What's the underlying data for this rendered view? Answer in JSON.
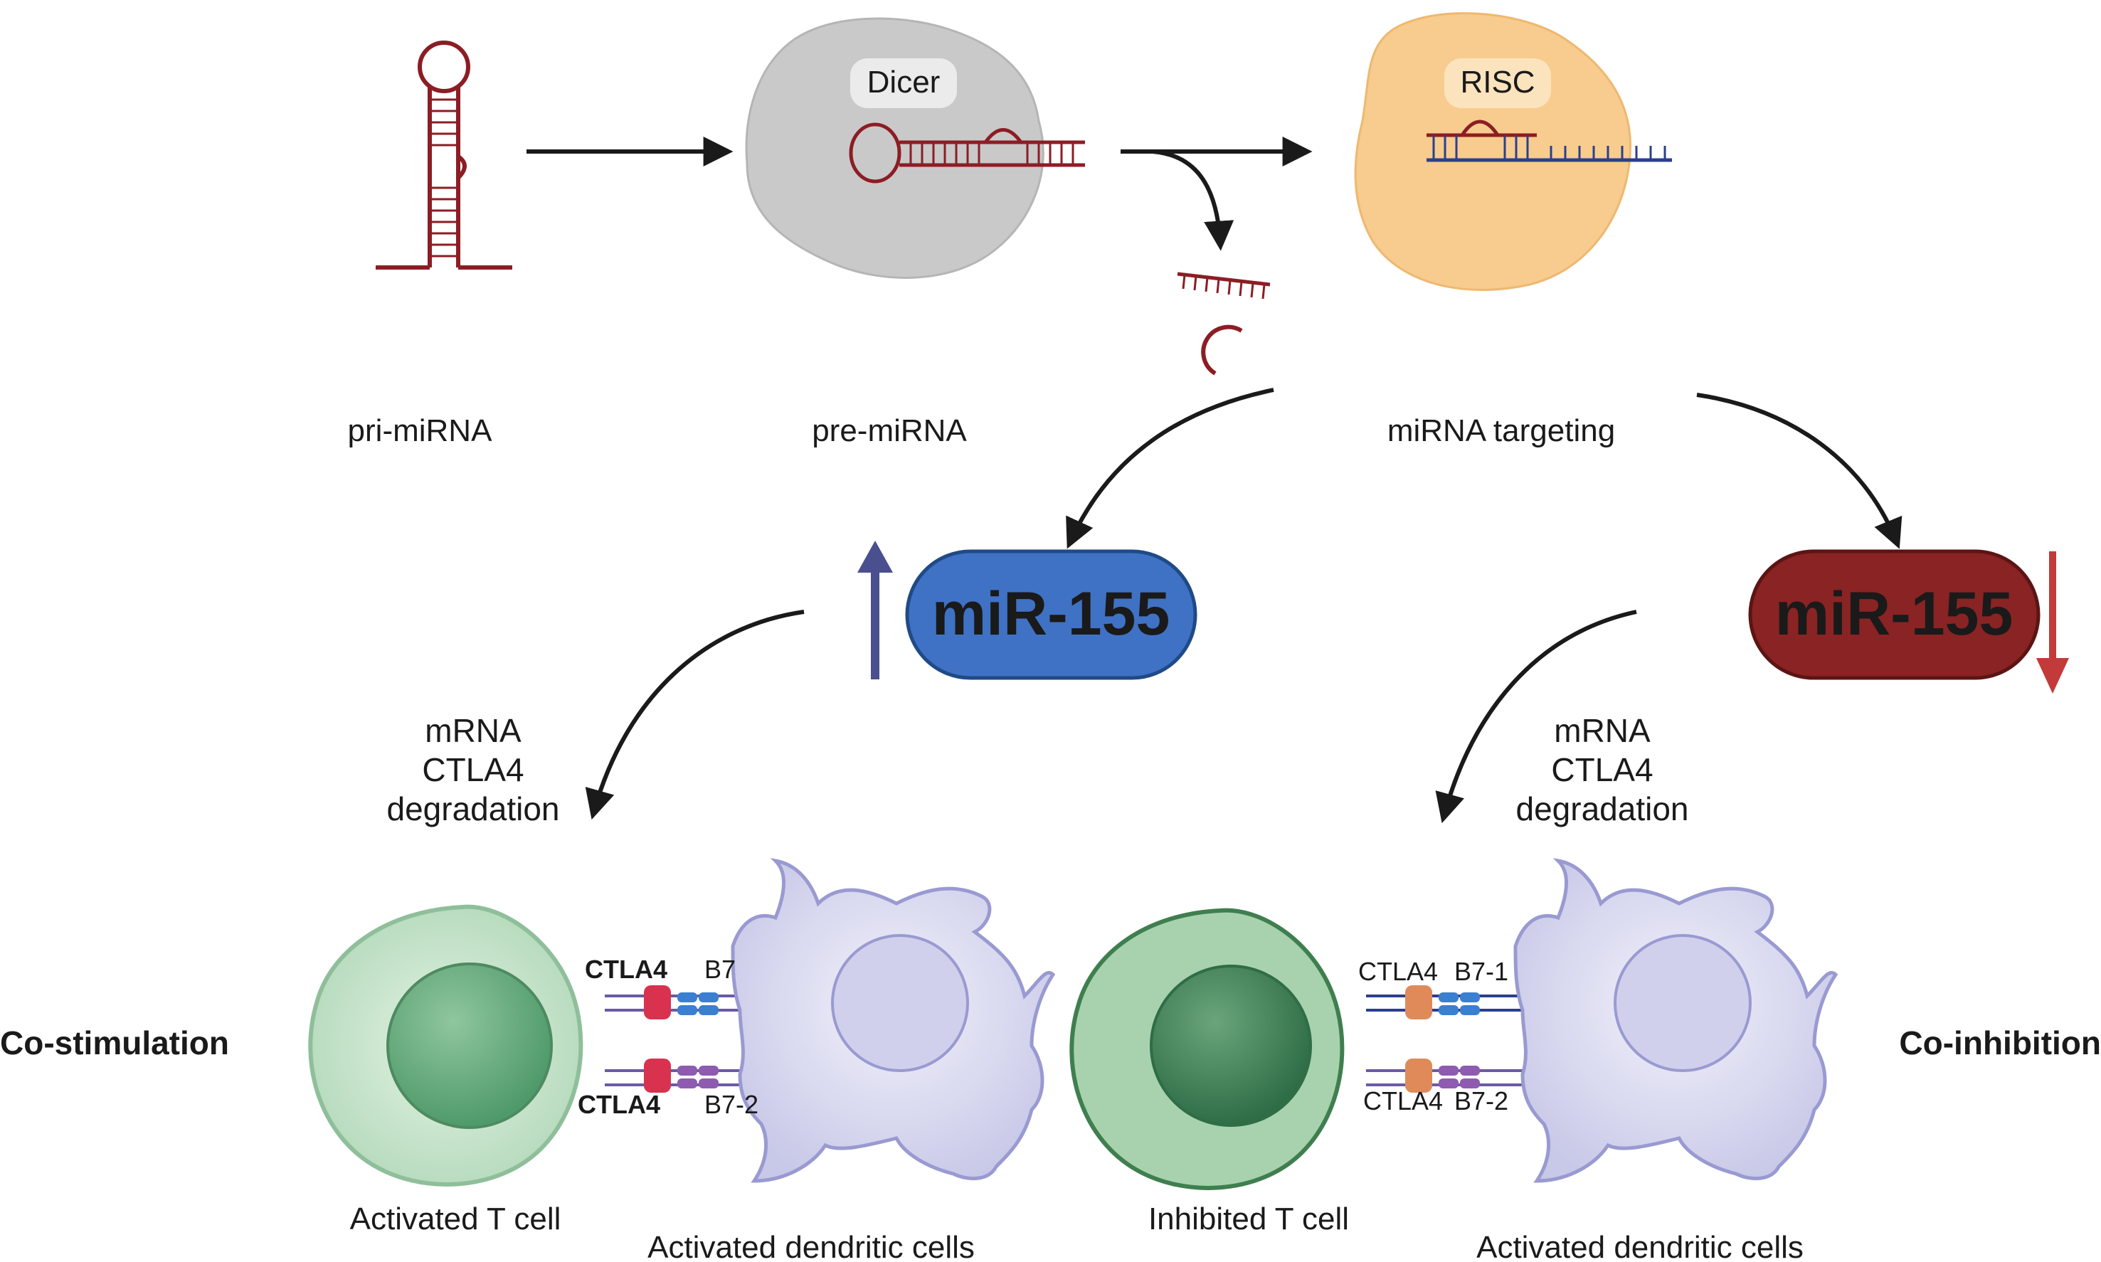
{
  "stages": {
    "pri_label": "pri-miRNA",
    "pre_label": "pre-miRNA",
    "target_label": "miRNA targeting",
    "dicer_label": "Dicer",
    "risc_label": "RISC"
  },
  "mir_up": {
    "label": "miR-155",
    "color": "#3f72c4"
  },
  "mir_down": {
    "label": "miR-155",
    "color": "#8a2323"
  },
  "left_degradation": {
    "line1": "mRNA",
    "line2": "CTLA4",
    "line3": "degradation",
    "color": "#1f4a86"
  },
  "right_degradation": {
    "line1": "mRNA",
    "line2": "CTLA4",
    "line3": "degradation",
    "color": "#b0202a"
  },
  "left_panel": {
    "side_label": "Co-stimulation",
    "ctla4_top": "CTLA4",
    "ctla4_bottom": "CTLA4",
    "b7_top": "B7",
    "b7_bottom": "B7-2",
    "tcell_label": "Activated T cell",
    "dc_label": "Activated dendritic cells"
  },
  "right_panel": {
    "side_label": "Co-inhibition",
    "ctla4_top": "CTLA4",
    "ctla4_bottom": "CTLA4",
    "b7_top": "B7-1",
    "b7_bottom": "B7-2",
    "tcell_label": "Inhibited T cell",
    "dc_label": "Activated dendritic cells"
  },
  "colors": {
    "rna_red": "#8c1d24",
    "arrow": "#1a1a1a",
    "tcell_light": "#cfe8cf",
    "tcell_dark": "#7fb58e",
    "dc": "#dcdcf3",
    "ctla4_active": "#d8324e",
    "ctla4_inhibited": "#e08a5a",
    "b7_1": "#3a7fd0",
    "b7_2": "#8e5bb0",
    "dicer": "#c9c9c9",
    "risc": "#f7cc8e",
    "target_strand": "#2b3f8f"
  }
}
